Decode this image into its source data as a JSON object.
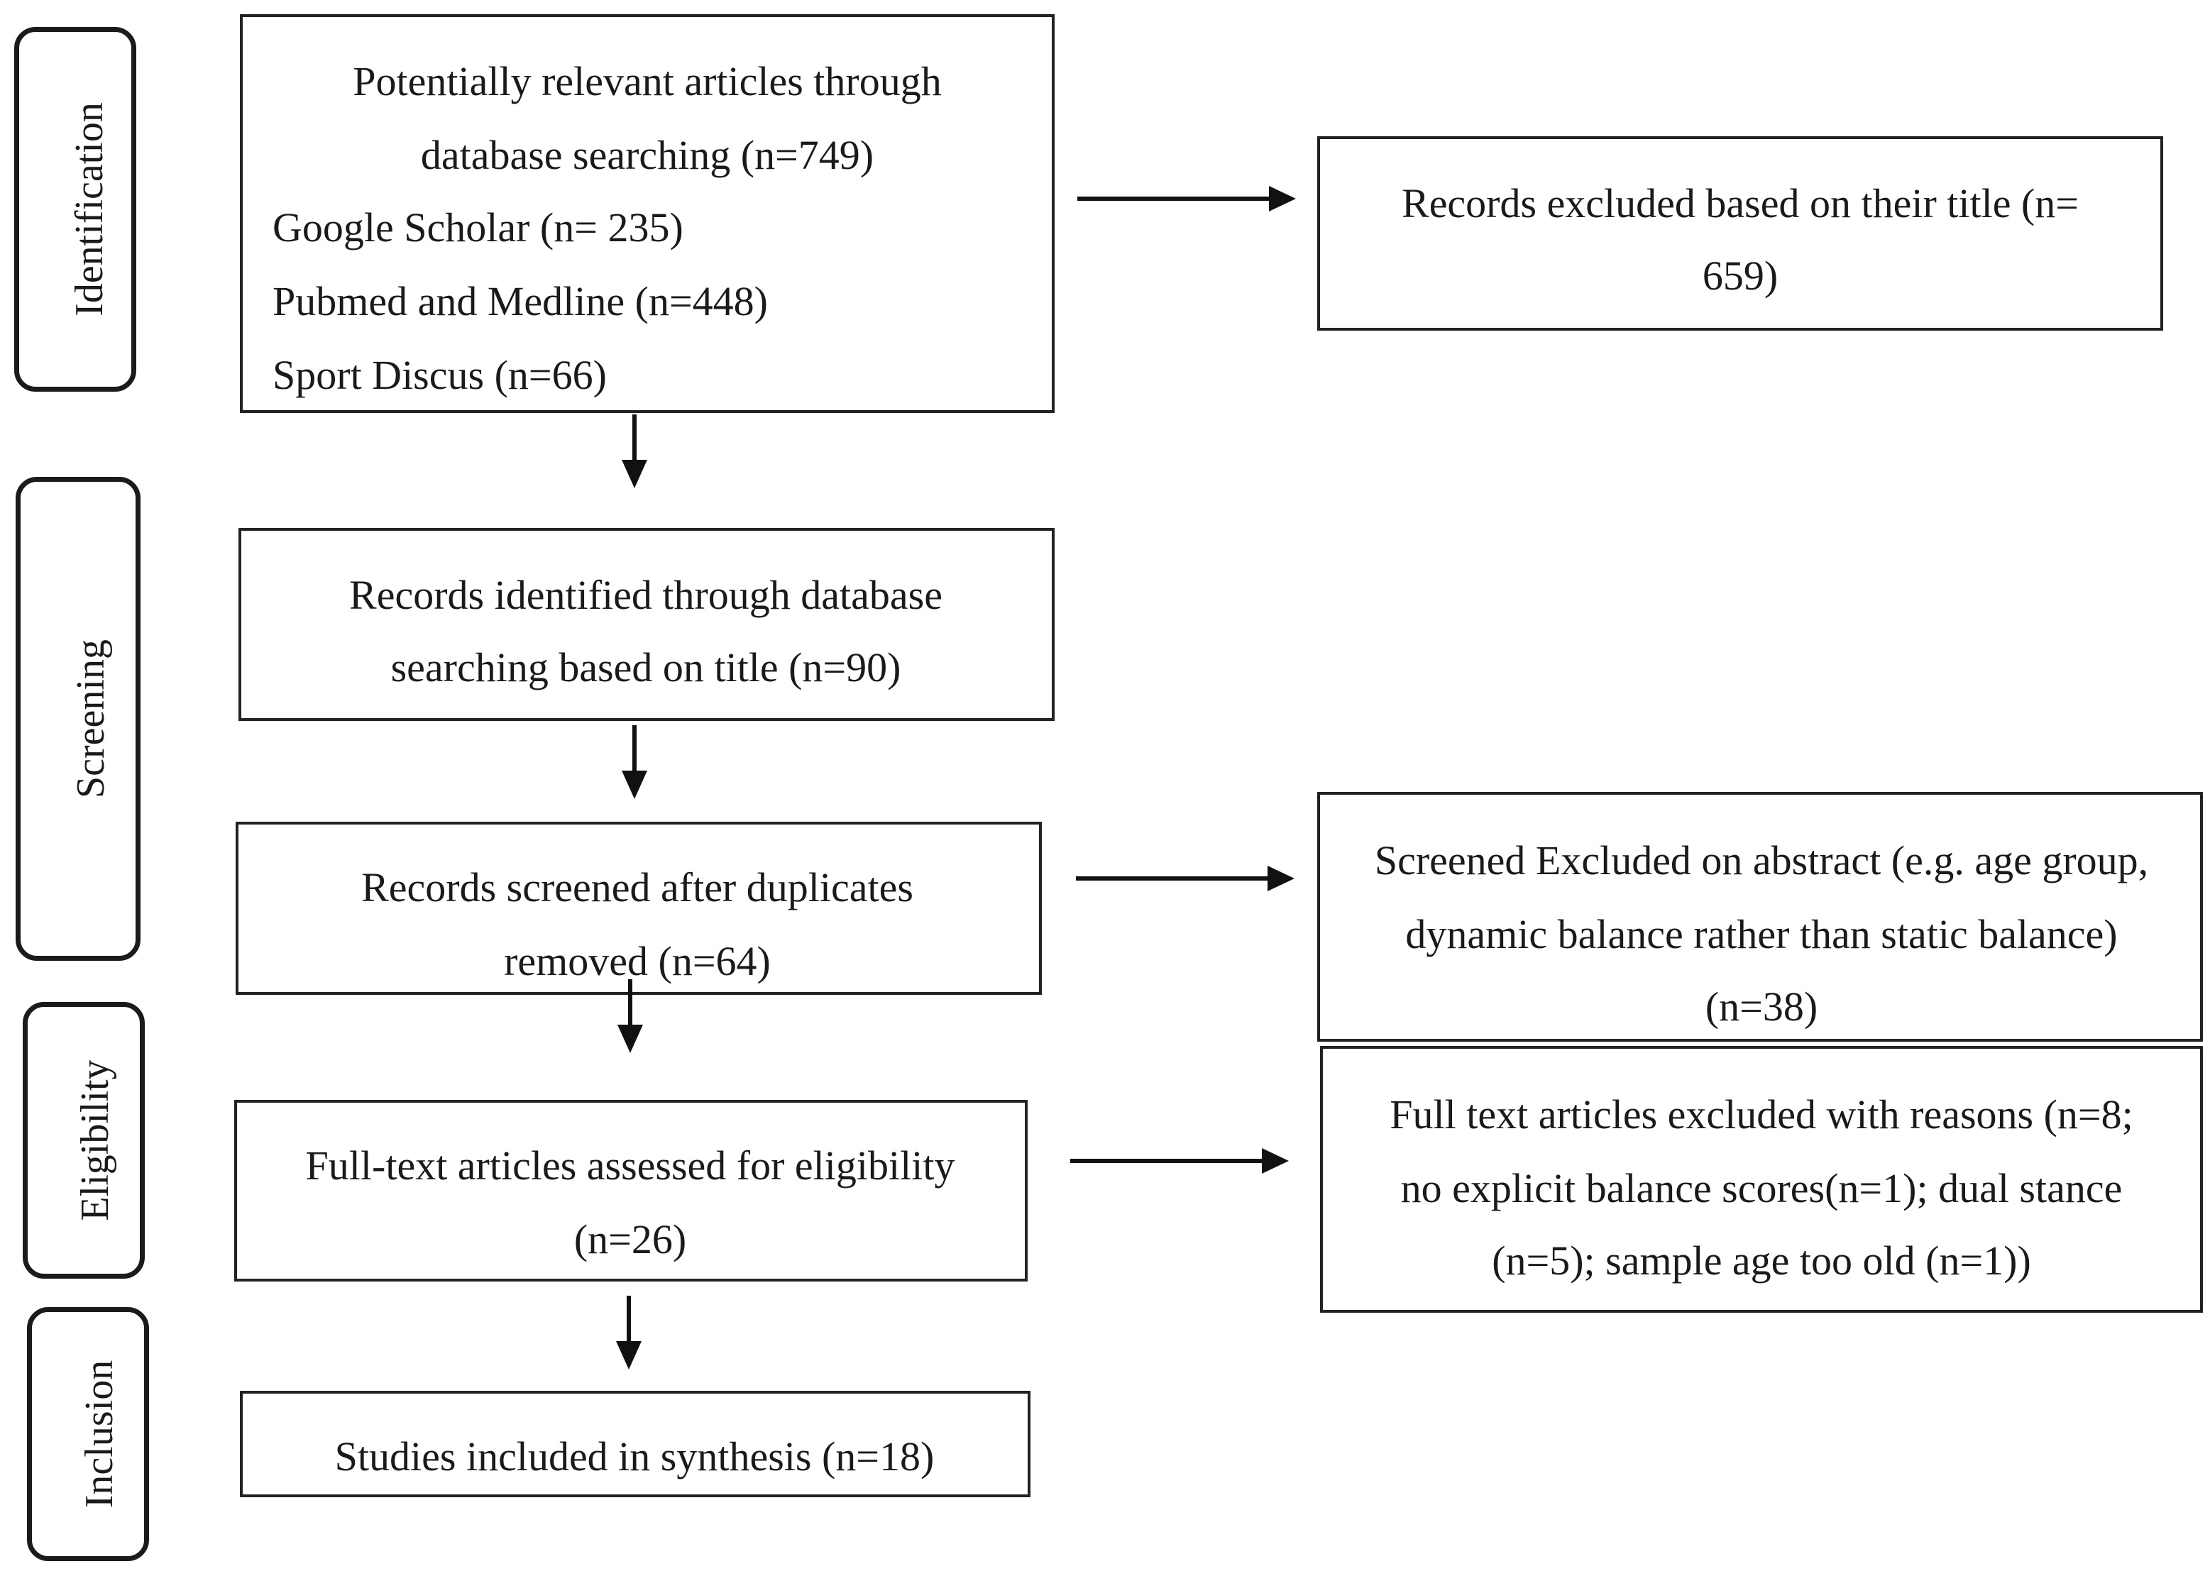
{
  "phases": {
    "identification": "Identification",
    "screening": "Screening",
    "eligibility": "Eligibility",
    "inclusion": "Inclusion"
  },
  "boxes": {
    "identified": {
      "line1": "Potentially relevant articles through",
      "line2": "database searching (n=749)",
      "line3": "Google Scholar (n= 235)",
      "line4": "Pubmed and Medline (n=448)",
      "line5": "Sport Discus (n=66)"
    },
    "excluded_title": {
      "line1": "Records excluded based on their title (n=",
      "line2": "659)"
    },
    "records_title": {
      "line1": "Records identified through database",
      "line2": "searching based on title (n=90)"
    },
    "screened": {
      "line1": "Records screened after duplicates",
      "line2": "removed (n=64)"
    },
    "excluded_abstract": {
      "line1": "Screened Excluded on abstract (e.g. age group,",
      "line2": "dynamic balance rather than static balance)",
      "line3": "(n=38)"
    },
    "fulltext": {
      "line1": "Full-text articles assessed for eligibility",
      "line2": "(n=26)"
    },
    "excluded_fulltext": {
      "line1": "Full text articles excluded with reasons (n=8;",
      "line2": "no explicit balance scores(n=1); dual stance",
      "line3": "(n=5); sample age too old (n=1))"
    },
    "included": {
      "line1": "Studies included in synthesis (n=18)"
    }
  }
}
